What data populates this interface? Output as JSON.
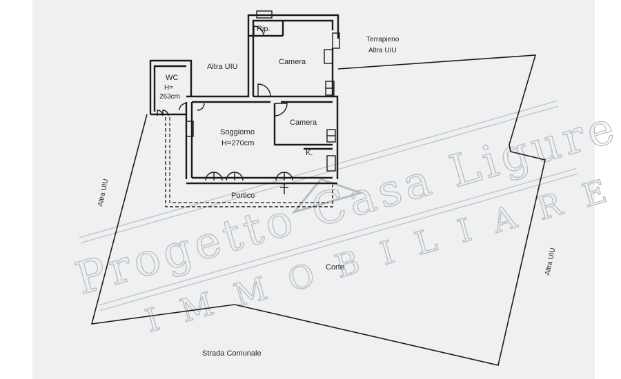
{
  "rooms": {
    "rip": "Rip.",
    "camera_top": "Camera",
    "altra_uiu_top": "Altra UIU",
    "wc": "WC",
    "wc_h": "H=",
    "wc_cm": "263cm",
    "soggiorno": "Soggiorno",
    "soggiorno_h": "H=270cm",
    "camera_right": "Camera",
    "k": "K.",
    "portico": "Portico"
  },
  "surroundings": {
    "terrapieno": "Terrapieno",
    "altra_uiu_ne": "Altra UIU",
    "altra_uiu_left": "Altra UIU",
    "altra_uiu_right": "Altra UIU",
    "corte": "Corte",
    "strada": "Strada Comunale"
  },
  "watermark": {
    "line1": "Progetto Casa Ligure",
    "line2": "IMMOBILIARE"
  },
  "colors": {
    "paper": "#eef0f1",
    "ink": "#1a1a1a",
    "watermark": "#b9bcbf"
  }
}
